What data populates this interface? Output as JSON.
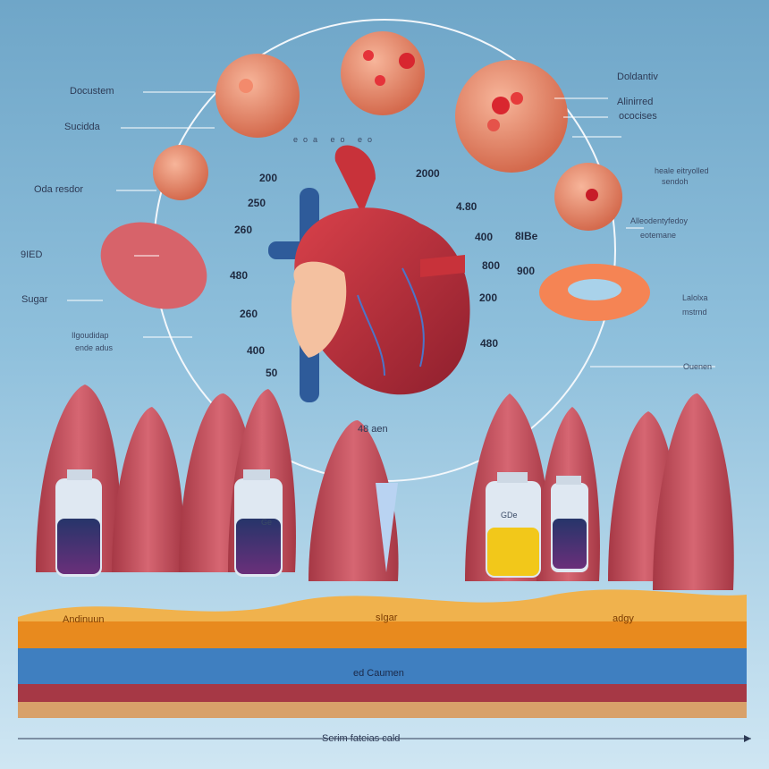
{
  "left_labels": [
    "Docustem",
    "Sucidda",
    "Oda resdor",
    "9IED",
    "Sugar",
    "Ilgoudidap",
    "ende adus"
  ],
  "right_labels": [
    "Doldantiv",
    "Alinirred",
    "ococises",
    "heale eitryolled",
    "sendoh",
    "Alleodentyfedoy",
    "eotemane",
    "Lalolxa",
    "mstrnd",
    "Ouenen"
  ],
  "numbers": [
    "200",
    "250",
    "260",
    "480",
    "260",
    "400",
    "50",
    "2000",
    "4.80",
    "400",
    "8IBe",
    "800",
    "900",
    "200",
    "480"
  ],
  "arc_text": "eoa eo eo",
  "bottom_labels": {
    "center_top": "48 aen",
    "left": "Andinuun",
    "center": "sIgar",
    "right": "adgy",
    "layer": "ed Caumen"
  },
  "vial_labels": [
    "GDe",
    "Ge"
  ],
  "footer": "Serim fateias cald",
  "colors": {
    "sky": "#7fb3d3",
    "heart_red": "#c8323a",
    "vessel_blue": "#2e5b9a",
    "tissue": "#c95660",
    "fat": "#e88a1e",
    "blue_cells": "#3f7fc0"
  }
}
